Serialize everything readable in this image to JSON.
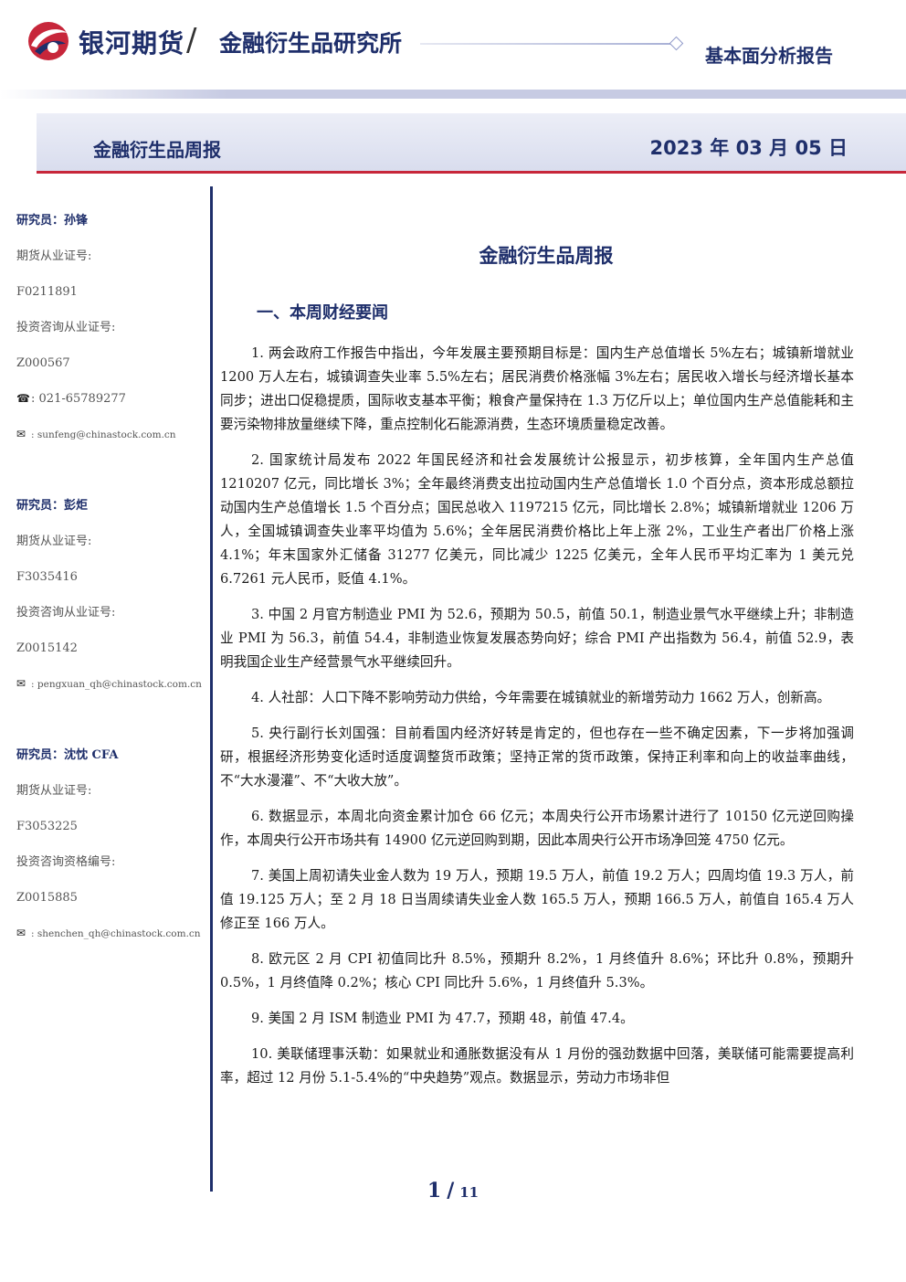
{
  "header": {
    "brand": "银河期货",
    "slash": "/",
    "institute": "金融衍生品研究所",
    "report_type": "基本面分析报告"
  },
  "title_band": {
    "title": "金融衍生品周报",
    "date": "2023 年 03 月 05 日"
  },
  "sidebar": {
    "researchers": [
      {
        "name": "研究员：孙锋",
        "cert_label": "期货从业证号:",
        "cert_no": "F0211891",
        "consult_label": "投资咨询从业证号:",
        "consult_no": "Z000567",
        "phone": "021-65789277",
        "email": "sunfeng@chinastock.com.cn"
      },
      {
        "name": "研究员：彭炬",
        "cert_label": "期货从业证号:",
        "cert_no": "F3035416",
        "consult_label": "投资咨询从业证号:",
        "consult_no": "Z0015142",
        "email": "pengxuan_qh@chinastock.com.cn"
      },
      {
        "name": "研究员：沈忱 CFA",
        "cert_label": "期货从业证号:",
        "cert_no": "F3053225",
        "consult_label": "投资咨询资格编号:",
        "consult_no": "Z0015885",
        "email": "shenchen_qh@chinastock.com.cn"
      }
    ],
    "phone_icon": "☎",
    "email_icon": "✉",
    "icon_sep": ":"
  },
  "main": {
    "doc_title": "金融衍生品周报",
    "section_heading": "一、本周财经要闻",
    "paragraphs": [
      "1. 两会政府工作报告中指出，今年发展主要预期目标是：国内生产总值增长 5%左右；城镇新增就业 1200 万人左右，城镇调查失业率 5.5%左右；居民消费价格涨幅 3%左右；居民收入增长与经济增长基本同步；进出口促稳提质，国际收支基本平衡；粮食产量保持在 1.3 万亿斤以上；单位国内生产总值能耗和主要污染物排放量继续下降，重点控制化石能源消费，生态环境质量稳定改善。",
      "2. 国家统计局发布 2022 年国民经济和社会发展统计公报显示，初步核算，全年国内生产总值 1210207 亿元，同比增长 3%；全年最终消费支出拉动国内生产总值增长 1.0 个百分点，资本形成总额拉动国内生产总值增长 1.5 个百分点；国民总收入 1197215 亿元，同比增长 2.8%；城镇新增就业 1206 万人，全国城镇调查失业率平均值为 5.6%；全年居民消费价格比上年上涨 2%，工业生产者出厂价格上涨 4.1%；年末国家外汇储备 31277 亿美元，同比减少 1225 亿美元，全年人民币平均汇率为 1 美元兑 6.7261 元人民币，贬值 4.1%。",
      "3. 中国 2 月官方制造业 PMI 为 52.6，预期为 50.5，前值 50.1，制造业景气水平继续上升；非制造业 PMI 为 56.3，前值 54.4，非制造业恢复发展态势向好；综合 PMI 产出指数为 56.4，前值 52.9，表明我国企业生产经营景气水平继续回升。",
      "4. 人社部：人口下降不影响劳动力供给，今年需要在城镇就业的新增劳动力 1662 万人，创新高。",
      "5. 央行副行长刘国强：目前看国内经济好转是肯定的，但也存在一些不确定因素，下一步将加强调研，根据经济形势变化适时适度调整货币政策；坚持正常的货币政策，保持正利率和向上的收益率曲线，不“大水漫灌”、不“大收大放”。",
      "6. 数据显示，本周北向资金累计加仓 66 亿元；本周央行公开市场累计进行了 10150 亿元逆回购操作，本周央行公开市场共有 14900 亿元逆回购到期，因此本周央行公开市场净回笼 4750 亿元。",
      "7. 美国上周初请失业金人数为 19 万人，预期 19.5 万人，前值 19.2 万人；四周均值 19.3 万人，前值 19.125 万人；至 2 月 18 日当周续请失业金人数 165.5 万人，预期 166.5 万人，前值自 165.4 万人修正至 166 万人。",
      "8. 欧元区 2 月 CPI 初值同比升 8.5%，预期升 8.2%，1 月终值升 8.6%；环比升 0.8%，预期升 0.5%，1 月终值降 0.2%；核心 CPI 同比升 5.6%，1 月终值升 5.3%。",
      "9. 美国 2 月 ISM 制造业 PMI 为 47.7，预期 48，前值 47.4。",
      "10. 美联储理事沃勒：如果就业和通胀数据没有从 1 月份的强劲数据中回落，美联储可能需要提高利率，超过 12 月份 5.1-5.4%的“中央趋势”观点。数据显示，劳动力市场非但"
    ]
  },
  "footer": {
    "page_current": "1",
    "page_sep": "/",
    "page_total": "11"
  }
}
